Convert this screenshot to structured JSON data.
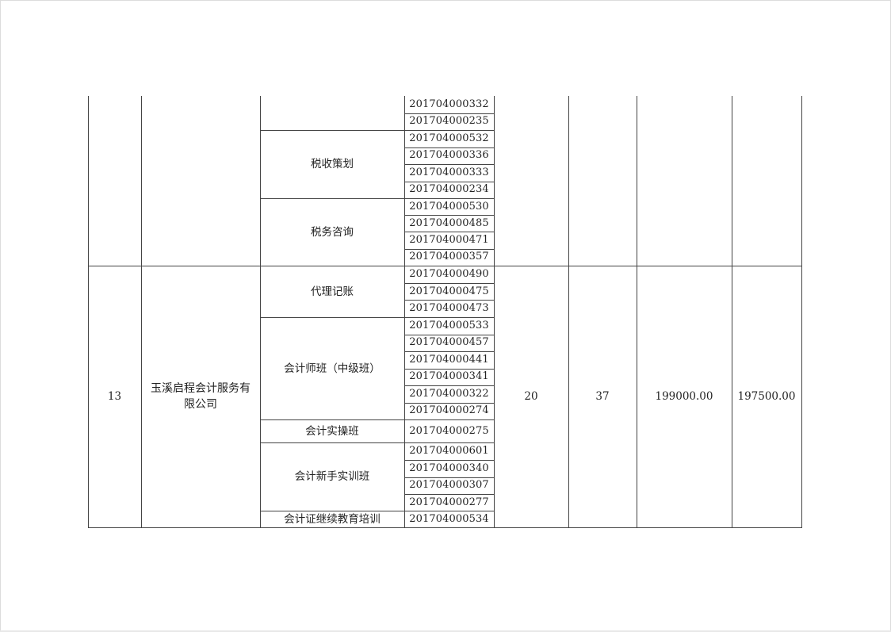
{
  "section_top": {
    "courses": [
      {
        "name": "",
        "codes": [
          "201704000332",
          "201704000235"
        ]
      },
      {
        "name": "税收策划",
        "codes": [
          "201704000532",
          "201704000336",
          "201704000333",
          "201704000234"
        ]
      },
      {
        "name": "税务咨询",
        "codes": [
          "201704000530",
          "201704000485",
          "201704000471",
          "201704000357"
        ]
      }
    ]
  },
  "row13": {
    "index": "13",
    "company": "玉溪启程会计服务有限公司",
    "col5": "20",
    "col6": "37",
    "amount1": "199000.00",
    "amount2": "197500.00",
    "courses": [
      {
        "name": "代理记账",
        "codes": [
          "201704000490",
          "201704000475",
          "201704000473"
        ]
      },
      {
        "name": "会计师班（中级班）",
        "codes": [
          "201704000533",
          "201704000457",
          "201704000441",
          "201704000341",
          "201704000322",
          "201704000274"
        ]
      },
      {
        "name": "会计实操班",
        "codes": [
          "201704000275"
        ]
      },
      {
        "name": "会计新手实训班",
        "codes": [
          "201704000601",
          "201704000340",
          "201704000307",
          "201704000277"
        ]
      },
      {
        "name": "会计证继续教育培训",
        "codes": [
          "201704000534"
        ]
      }
    ]
  }
}
